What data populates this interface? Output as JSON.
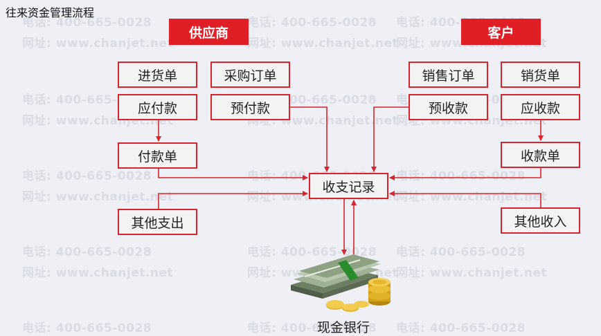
{
  "title": "往来资金管理流程",
  "watermark": {
    "phone": "电话: 400-665-0028",
    "site": "网址: www.chanjet.net"
  },
  "headers": {
    "supplier": "供应商",
    "customer": "客户"
  },
  "supplier": {
    "purchase_receipt": "进货单",
    "purchase_order": "采购订单",
    "payable": "应付款",
    "prepayment": "预付款",
    "payment_voucher": "付款单",
    "other_expense": "其他支出"
  },
  "customer": {
    "sales_order": "销售订单",
    "sales_invoice": "销货单",
    "advance_receipt": "预收款",
    "receivable": "应收款",
    "receipt_voucher": "收款单",
    "other_income": "其他收入"
  },
  "center": {
    "ledger": "收支记录",
    "cash_bank": "现金银行"
  },
  "colors": {
    "accent": "#e01e26",
    "border": "#d9232b",
    "background": "#eef0f5"
  }
}
